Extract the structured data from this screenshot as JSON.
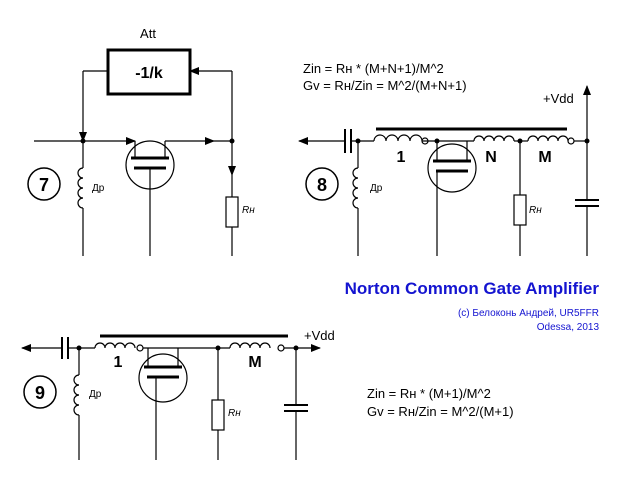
{
  "title": "Norton Common Gate Amplifier",
  "credit": {
    "line1": "(c) Белоконь Андрей, UR5FFR",
    "line2": "Odessa, 2013"
  },
  "fig7": {
    "number": "7",
    "att_label": "Att",
    "att_box": "-1/k",
    "choke": "Др",
    "resistor": "Rн"
  },
  "fig8": {
    "number": "8",
    "formula_zin": "Zin = Rн * (M+N+1)/M^2",
    "formula_gv": "Gv = Rн/Zin = M^2/(M+N+1)",
    "vdd": "+Vdd",
    "winding_1": "1",
    "winding_n": "N",
    "winding_m": "M",
    "choke": "Др",
    "resistor": "Rн"
  },
  "fig9": {
    "number": "9",
    "formula_zin": "Zin = Rн * (M+1)/M^2",
    "formula_gv": "Gv = Rн/Zin = M^2/(M+1)",
    "vdd": "+Vdd",
    "winding_1": "1",
    "winding_m": "M",
    "choke": "Др",
    "resistor": "Rн"
  }
}
